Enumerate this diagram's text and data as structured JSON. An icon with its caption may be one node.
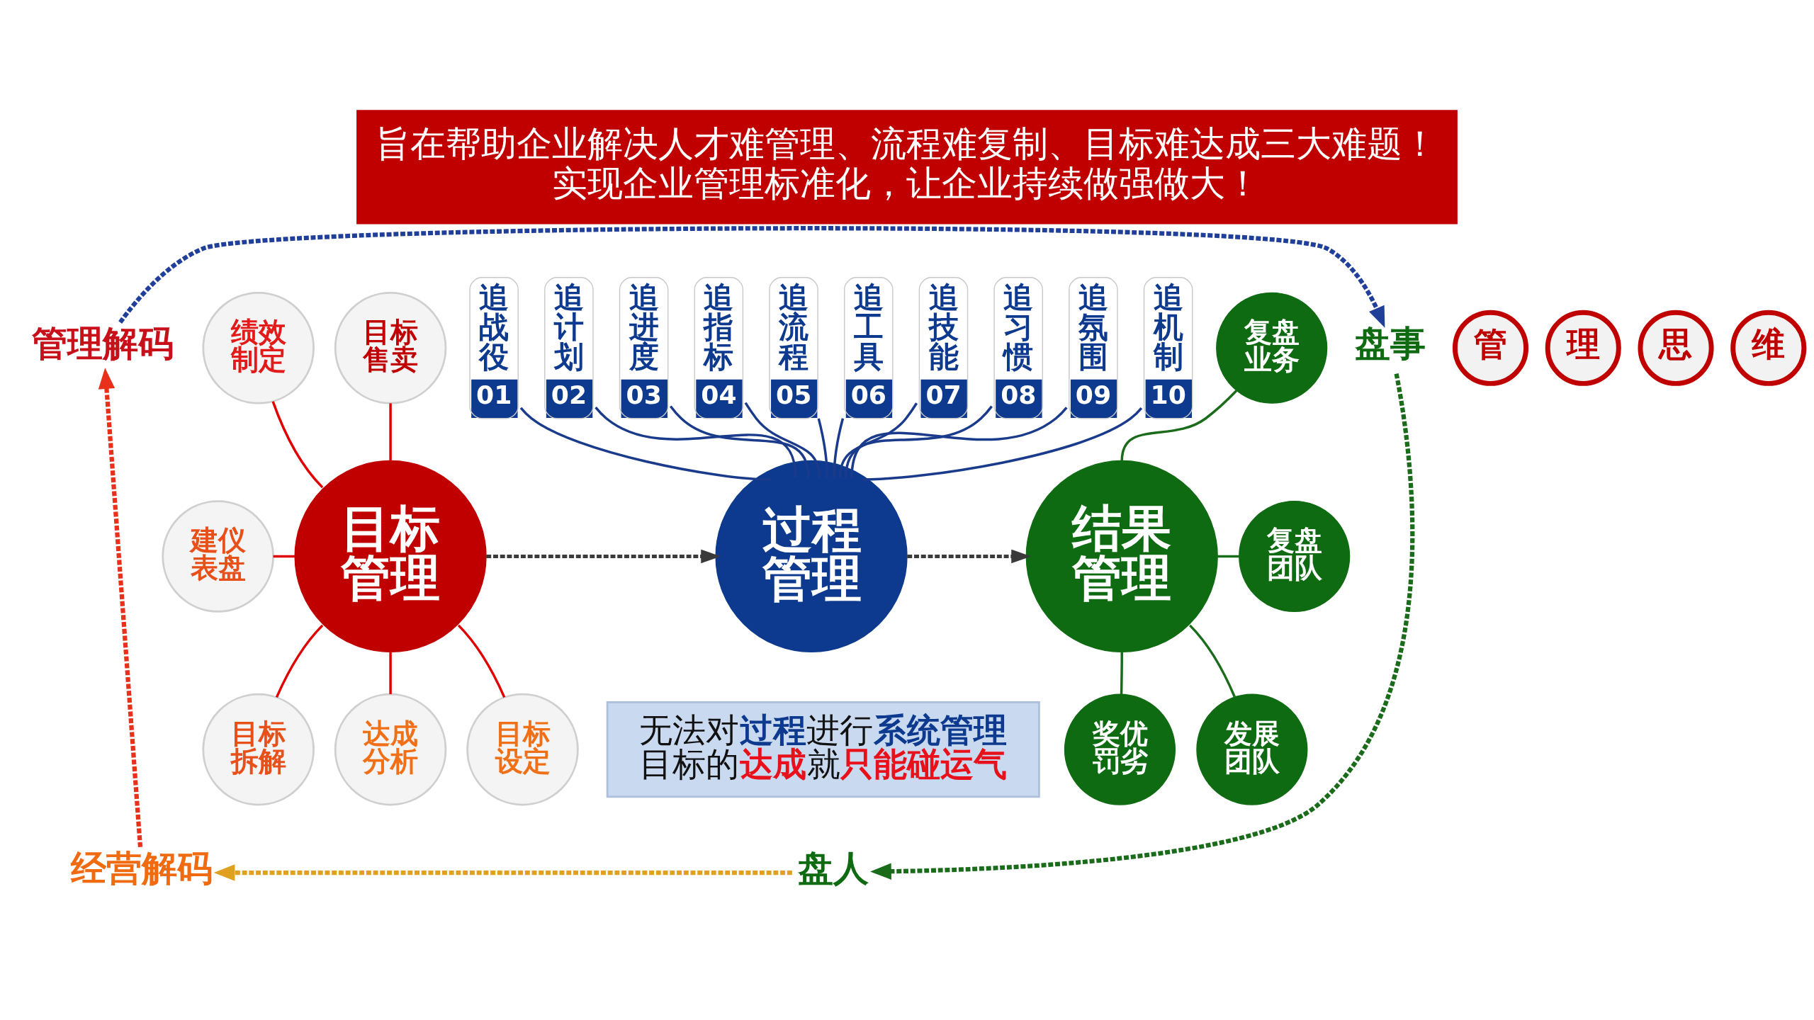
{
  "diagram": {
    "title": "旨在帮助企业解决人才难管理、流程难复制、目标难达成三大难题！实现企业管理标准化，让企业持续做强做大！",
    "nodes": [
      {
        "text": [
          "管"
        ]
      },
      {
        "text": [
          "理"
        ]
      },
      {
        "text": [
          "思"
        ]
      },
      {
        "text": [
          "维"
        ]
      },
      {
        "text": [
          "管理解码"
        ]
      },
      {
        "text": [
          "盘事"
        ]
      },
      {
        "text": [
          "目标管理"
        ]
      },
      {
        "text": [
          "目标售卖"
        ]
      },
      {
        "text": [
          "绩效制定"
        ]
      },
      {
        "text": [
          "建仪表盘"
        ]
      },
      {
        "text": [
          "目标拆解"
        ]
      },
      {
        "text": [
          "达成分析"
        ]
      },
      {
        "text": [
          "目标设定"
        ]
      },
      {
        "text": [
          "过程管理"
        ]
      },
      {
        "text": [
          "追战役",
          "01"
        ]
      },
      {
        "text": [
          "追计划",
          "02"
        ]
      },
      {
        "text": [
          "追进度",
          "03"
        ]
      },
      {
        "text": [
          "追指标",
          "04"
        ]
      },
      {
        "text": [
          "追流程",
          "05"
        ]
      },
      {
        "text": [
          "追工具",
          "06"
        ]
      },
      {
        "text": [
          "追技能",
          "07"
        ]
      },
      {
        "text": [
          "追习惯",
          "08"
        ]
      },
      {
        "text": [
          "追氛围",
          "09"
        ]
      },
      {
        "text": [
          "追机制",
          "10"
        ]
      },
      {
        "text": [
          "结果管理"
        ]
      },
      {
        "text": [
          "复盘业务"
        ]
      },
      {
        "text": [
          "复盘团队"
        ]
      },
      {
        "text": [
          "发展团队"
        ]
      },
      {
        "text": [
          "奖优罚劣"
        ]
      },
      {
        "text": [
          "无法对**过程**进行**系统管理**目标的**达成**就**只能碰运气**"
        ]
      },
      {
        "text": [
          "经营解码"
        ]
      },
      {
        "text": [
          "盘人"
        ]
      }
    ],
    "edges": [
      {
        "from": 4,
        "to": 5,
        "arrow": "to",
        "style": "dashed",
        "color": "#1f3f99"
      },
      {
        "from": 5,
        "to": 31,
        "arrow": "to",
        "style": "dashed",
        "color": "#1a6b1a"
      },
      {
        "from": 31,
        "to": 30,
        "arrow": "to",
        "style": "dashed",
        "color": "#e0a020"
      },
      {
        "from": 30,
        "to": 4,
        "arrow": "to",
        "style": "dashed",
        "color": "#e8301a"
      },
      {
        "from": 7,
        "to": 6,
        "arrow": "none",
        "color": "#e00000"
      },
      {
        "from": 8,
        "to": 6,
        "arrow": "none",
        "color": "#e00000"
      },
      {
        "from": 9,
        "to": 6,
        "arrow": "none",
        "color": "#e00000"
      },
      {
        "from": 6,
        "to": 10,
        "arrow": "none",
        "color": "#e00000"
      },
      {
        "from": 6,
        "to": 11,
        "arrow": "none",
        "color": "#e00000"
      },
      {
        "from": 6,
        "to": 12,
        "arrow": "none",
        "color": "#e00000"
      },
      {
        "from": 14,
        "to": 13,
        "arrow": "none",
        "color": "#1a3a8c"
      },
      {
        "from": 15,
        "to": 13,
        "arrow": "none",
        "color": "#1a3a8c"
      },
      {
        "from": 16,
        "to": 13,
        "arrow": "none",
        "color": "#1a3a8c"
      },
      {
        "from": 17,
        "to": 13,
        "arrow": "none",
        "color": "#1a3a8c"
      },
      {
        "from": 18,
        "to": 13,
        "arrow": "none",
        "color": "#1a3a8c"
      },
      {
        "from": 19,
        "to": 13,
        "arrow": "none",
        "color": "#1a3a8c"
      },
      {
        "from": 20,
        "to": 13,
        "arrow": "none",
        "color": "#1a3a8c"
      },
      {
        "from": 21,
        "to": 13,
        "arrow": "none",
        "color": "#1a3a8c"
      },
      {
        "from": 22,
        "to": 13,
        "arrow": "none",
        "color": "#1a3a8c"
      },
      {
        "from": 23,
        "to": 13,
        "arrow": "none",
        "color": "#1a3a8c"
      },
      {
        "from": 6,
        "to": 13,
        "arrow": "to",
        "style": "dashed",
        "color": "#3a3a3a"
      },
      {
        "from": 13,
        "to": 24,
        "arrow": "to",
        "style": "dashed",
        "color": "#3a3a3a"
      },
      {
        "from": 25,
        "to": 24,
        "arrow": "none",
        "color": "#1a6b1a"
      },
      {
        "from": 24,
        "to": 26,
        "arrow": "none",
        "color": "#1a6b1a"
      },
      {
        "from": 24,
        "to": 28,
        "arrow": "none",
        "color": "#1a6b1a"
      },
      {
        "from": 24,
        "to": 27,
        "arrow": "none",
        "color": "#1a6b1a"
      }
    ]
  }
}
